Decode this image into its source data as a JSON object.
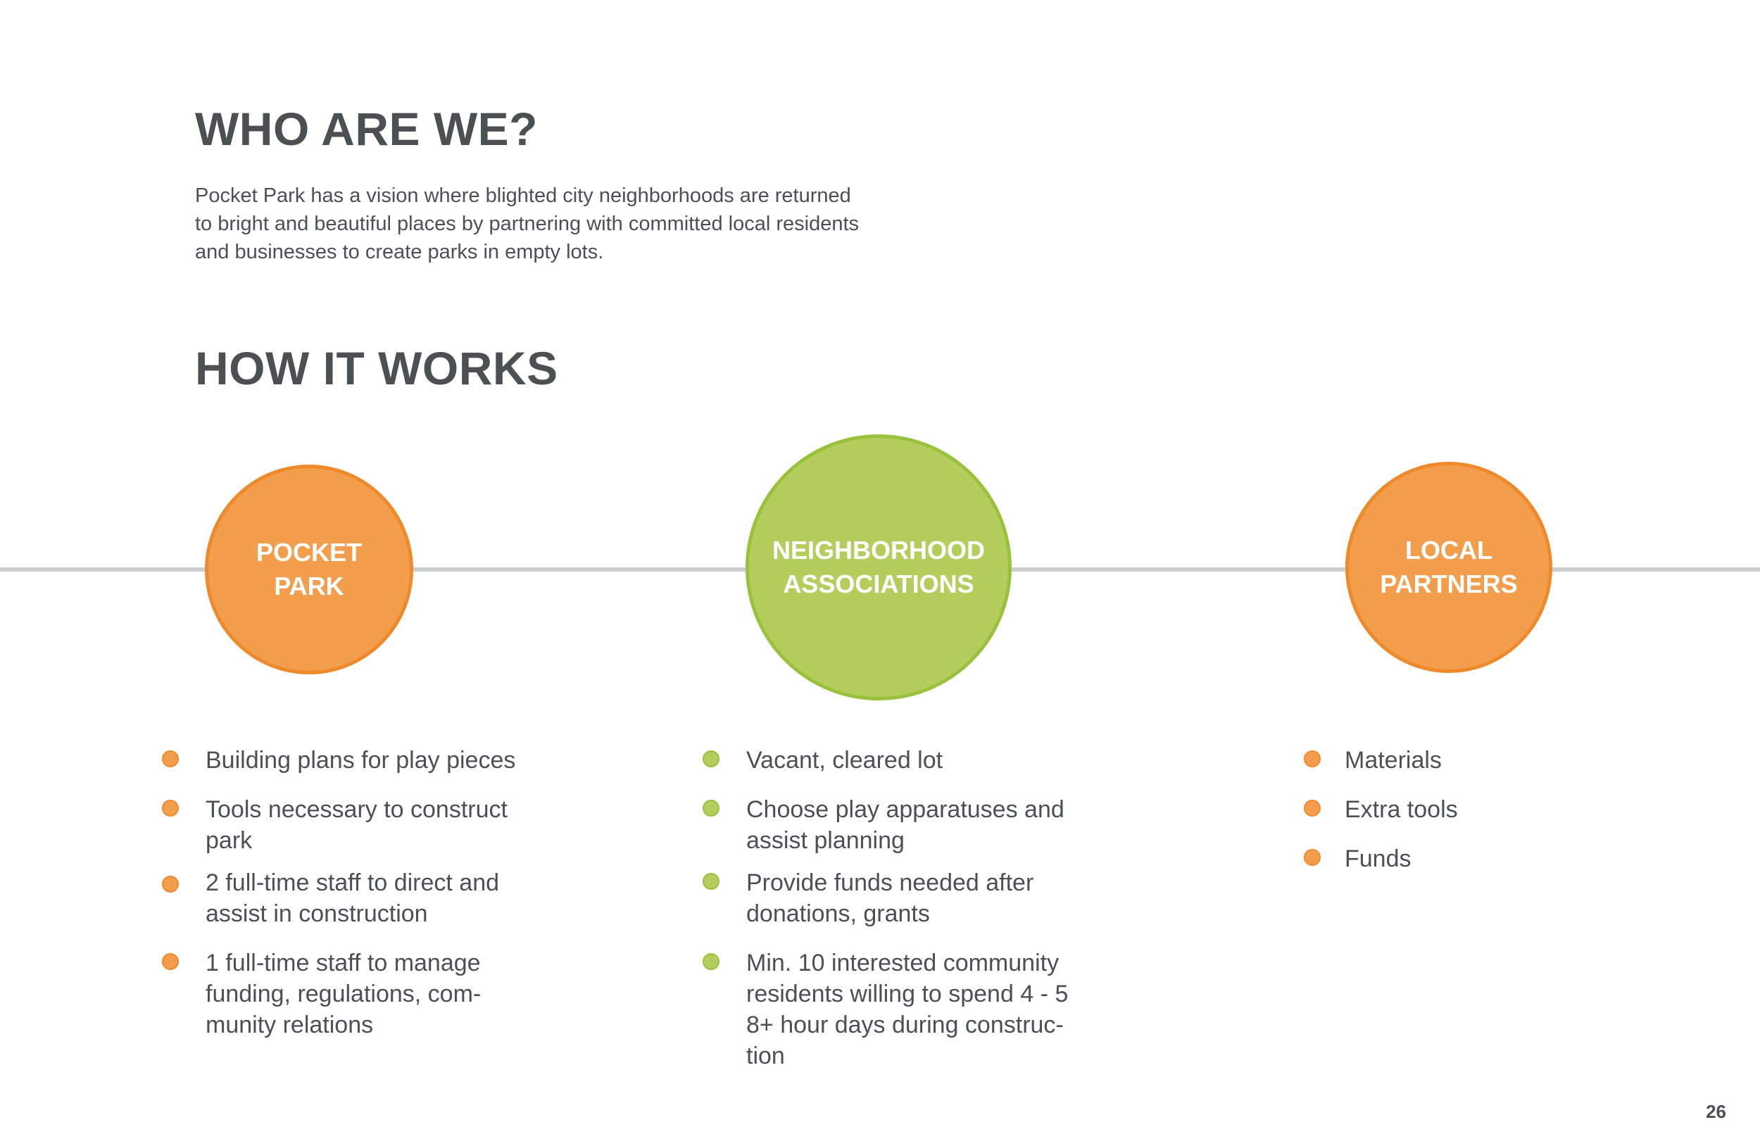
{
  "who": {
    "heading": "WHO ARE WE?",
    "lines": [
      "Pocket Park has a vision where blighted city neighborhoods are returned",
      "to bright and beautiful places by partnering with committed local residents",
      "and businesses to create parks in empty lots."
    ]
  },
  "how": {
    "heading": "HOW IT WORKS"
  },
  "colors": {
    "orange": "#f29e4c",
    "green": "#b5cd5c",
    "text": "#4d5053",
    "timeline": "#c9d0cf"
  },
  "columns": [
    {
      "circle": {
        "line1": "POCKET",
        "line2": "PARK",
        "color": "orange"
      },
      "items": [
        {
          "lines": [
            "Building plans for play pieces"
          ]
        },
        {
          "lines": [
            "Tools necessary to construct",
            "park"
          ]
        },
        {
          "lines": [
            "2 full-time staff to direct and",
            "assist in construction"
          ]
        },
        {
          "lines": [
            "1 full-time staff to manage",
            "funding, regulations, com-",
            "munity relations"
          ]
        }
      ]
    },
    {
      "circle": {
        "line1": "NEIGHBORHOOD",
        "line2": "ASSOCIATIONS",
        "color": "green"
      },
      "items": [
        {
          "lines": [
            "Vacant, cleared lot"
          ]
        },
        {
          "lines": [
            "Choose play apparatuses and",
            "assist planning"
          ]
        },
        {
          "lines": [
            "Provide funds needed after",
            "donations, grants"
          ]
        },
        {
          "lines": [
            "Min. 10 interested community",
            "residents willing to spend 4 - 5",
            "8+ hour days during construc-",
            "tion"
          ]
        }
      ]
    },
    {
      "circle": {
        "line1": "LOCAL",
        "line2": "PARTNERS",
        "color": "orange"
      },
      "items": [
        {
          "lines": [
            "Materials"
          ]
        },
        {
          "lines": [
            "Extra tools"
          ]
        },
        {
          "lines": [
            "Funds"
          ]
        }
      ]
    }
  ],
  "page_number": "26"
}
